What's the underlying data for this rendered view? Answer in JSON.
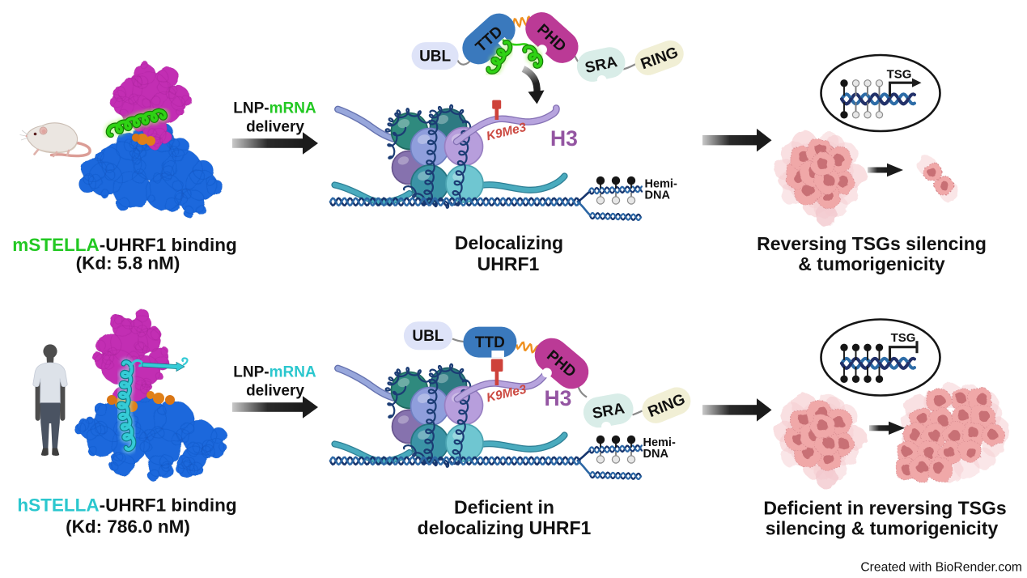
{
  "accent_colors": {
    "mstella_green": "#22C822",
    "hstella_cyan": "#2BC7CE",
    "domain_ubl": "#DEE3F8",
    "domain_ttd": "#3A79BD",
    "domain_phd": "#BB3A96",
    "domain_sra": "#D9EDE8",
    "domain_ring": "#F1EFD5",
    "k9me3_red": "#CE423A",
    "h3_purple": "#9455A2",
    "tumor_pink": "#EFA2A3"
  },
  "rows": [
    {
      "id": "mouse",
      "binding_label_accent": "mSTELLA",
      "binding_label_rest": "-UHRF1 binding",
      "binding_kd": "(Kd: 5.8 nM)",
      "delivery_prefix": "LNP-",
      "delivery_accent": "mRNA",
      "delivery_line2": "delivery",
      "domains": [
        "UBL",
        "TTD",
        "PHD",
        "SRA",
        "RING"
      ],
      "k9me3_label": "K9Me3",
      "h3_label": "H3",
      "hemi_label_line1": "Hemi-",
      "hemi_label_line2": "DNA",
      "middle_caption_line1": "Delocalizing",
      "middle_caption_line2": "UHRF1",
      "tsg_label": "TSG",
      "outcome_caption_line1": "Reversing TSGs silencing",
      "outcome_caption_line2": "& tumorigenicity"
    },
    {
      "id": "human",
      "binding_label_accent": "hSTELLA",
      "binding_label_rest": "-UHRF1 binding",
      "binding_kd": "(Kd: 786.0 nM)",
      "delivery_prefix": "LNP-",
      "delivery_accent": "mRNA",
      "delivery_line2": "delivery",
      "domains": [
        "UBL",
        "TTD",
        "PHD",
        "SRA",
        "RING"
      ],
      "k9me3_label": "K9Me3",
      "h3_label": "H3",
      "hemi_label_line1": "Hemi-",
      "hemi_label_line2": "DNA",
      "middle_caption_line1": "Deficient in",
      "middle_caption_line2": "delocalizing UHRF1",
      "tsg_label": "TSG",
      "outcome_caption_line1": "Deficient in reversing TSGs",
      "outcome_caption_line2": "silencing & tumorigenicity"
    }
  ],
  "footer": {
    "credit": "Created with BioRender.com"
  }
}
